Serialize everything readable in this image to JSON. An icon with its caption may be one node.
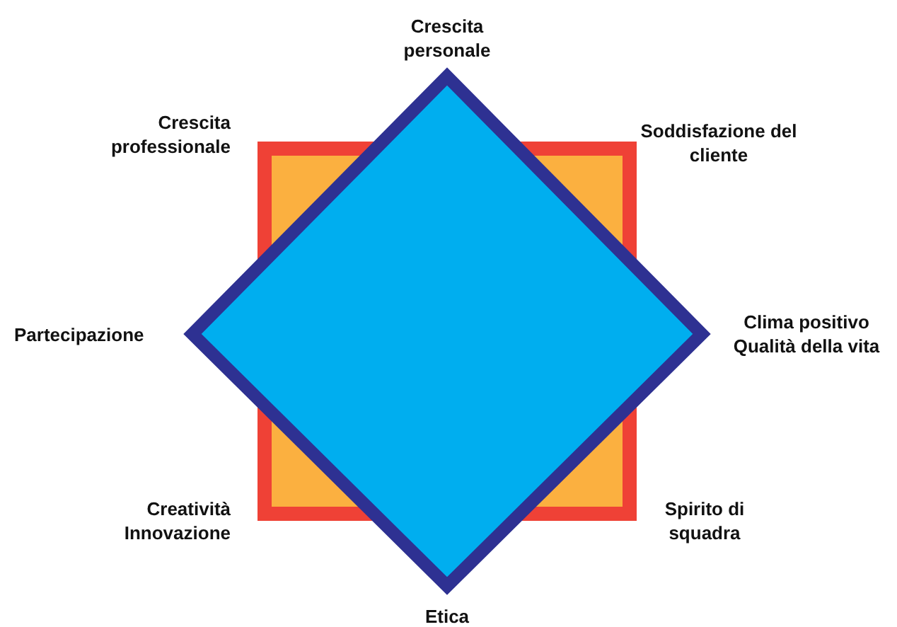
{
  "diagram": {
    "labels": [
      "Crescita personale",
      "Crescita professionale",
      "Soddisfazione del cliente",
      "Partecipazione",
      "Clima positivo Qualità della vita",
      "Creatività Innovazione",
      "Spirito di squadra",
      "Etica"
    ]
  }
}
